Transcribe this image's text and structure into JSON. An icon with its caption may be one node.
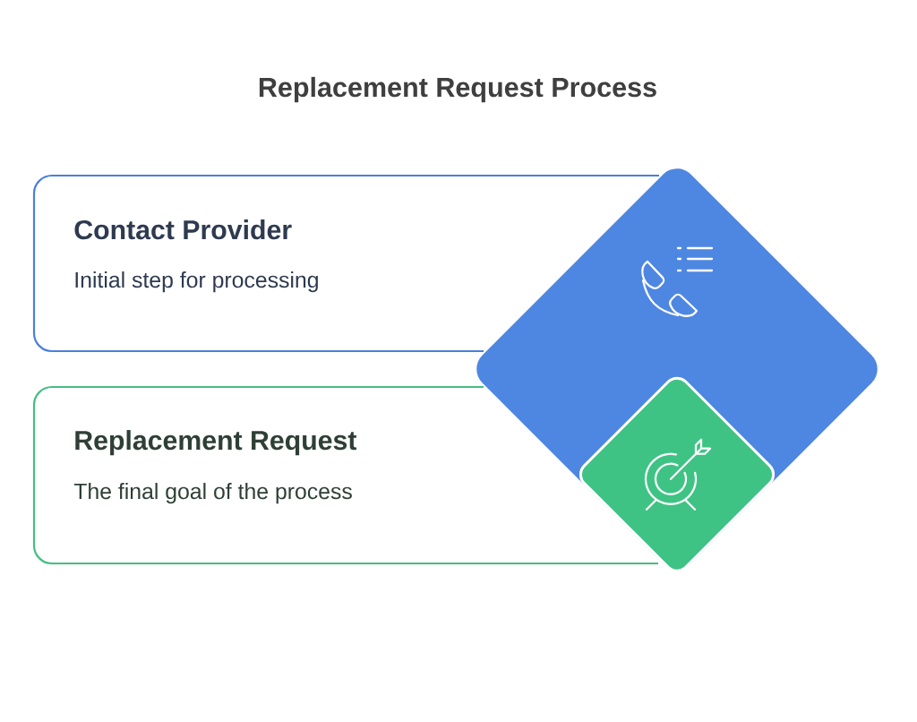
{
  "diagram": {
    "title": "Replacement Request Process",
    "nodes": [
      {
        "text": [
          "Contact Provider",
          "Initial step for processing"
        ]
      },
      {
        "text": [],
        "shape": "diamond"
      },
      {
        "text": [
          "Replacement Request",
          "The final goal of the process"
        ]
      },
      {
        "text": [],
        "shape": "diamond",
        "in": 1
      }
    ]
  }
}
